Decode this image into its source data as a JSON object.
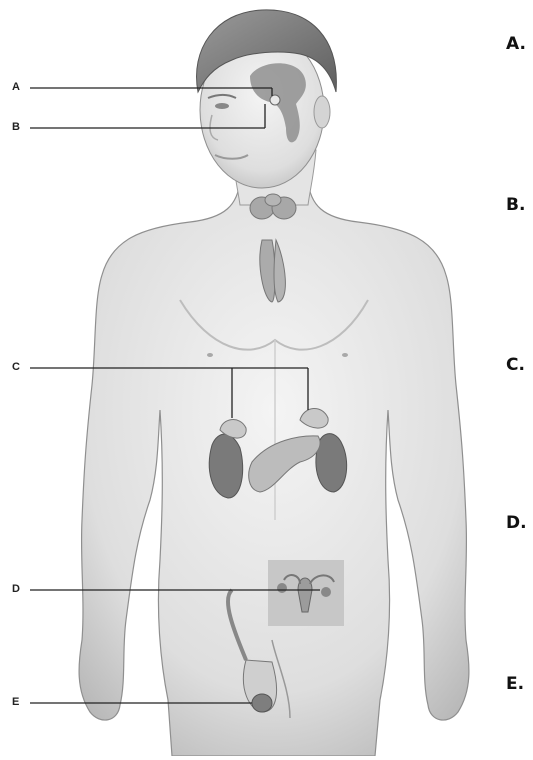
{
  "labels": [
    "A",
    "B",
    "C",
    "D",
    "E"
  ],
  "answers": [
    "A.",
    "B.",
    "C.",
    "D.",
    "E."
  ]
}
